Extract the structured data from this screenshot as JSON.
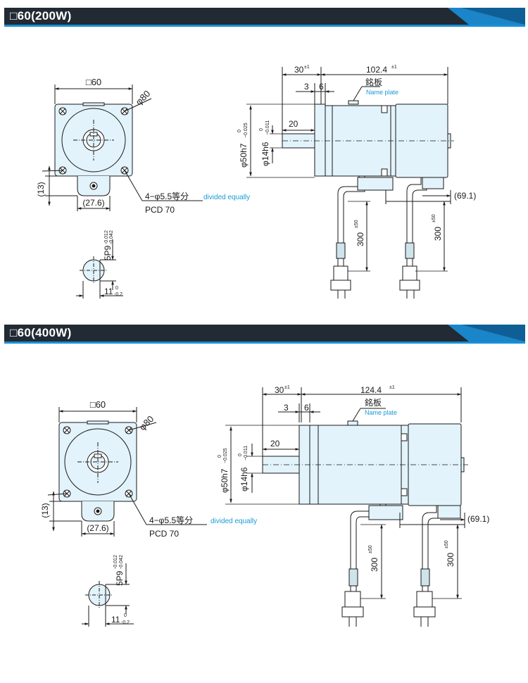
{
  "colors": {
    "banner_dark": "#222a33",
    "banner_accent": "#1a8fd8",
    "body_fill": "#e2f3fb",
    "line": "#1a1a1a",
    "label_blue": "#1a9ad6",
    "cable_fill": "#cfe3ea"
  },
  "sections": [
    {
      "title": "□60(200W)",
      "front": {
        "square_label": "□60",
        "pcd_dia_label": "φ80",
        "offset_label": "(13)",
        "tab_label": "(27.6)",
        "holes_label": "4−φ5.5等分",
        "holes_label_en": "divided equally",
        "pcd_label": "PCD 70"
      },
      "shaft_end": {
        "key_label": "5P9",
        "key_tol_upper": "-0.012",
        "key_tol_lower": "-0.042",
        "depth_label": "11",
        "depth_tol_upper": "0",
        "depth_tol_lower": "-0.2"
      },
      "side": {
        "flange_len_label": "30",
        "flange_len_tol": "±1",
        "body_len_label": "102.4",
        "body_len_tol": "±1",
        "dim3": "3",
        "dim6": "6",
        "nameplate_jp": "銘板",
        "nameplate_en": "Name plate",
        "shaft_len_label": "20",
        "spigot_label": "φ50h7",
        "spigot_tol_upper": "0",
        "spigot_tol_lower": "−0.025",
        "shaft_label": "φ14h6",
        "shaft_tol_upper": "0",
        "shaft_tol_lower": "−0.011",
        "cable_offset_label": "(69.1)",
        "cable1_len": "300",
        "cable1_tol": "±50",
        "cable2_len": "300",
        "cable2_tol": "±50"
      }
    },
    {
      "title": "□60(400W)",
      "front": {
        "square_label": "□60",
        "pcd_dia_label": "φ80",
        "offset_label": "(13)",
        "tab_label": "(27.6)",
        "holes_label": "4−φ5.5等分",
        "holes_label_en": "divided equally",
        "pcd_label": "PCD 70"
      },
      "shaft_end": {
        "key_label": "5P9",
        "key_tol_upper": "-0.012",
        "key_tol_lower": "-0.042",
        "depth_label": "11",
        "depth_tol_upper": "0",
        "depth_tol_lower": "-0.2"
      },
      "side": {
        "flange_len_label": "30",
        "flange_len_tol": "±1",
        "body_len_label": "124.4",
        "body_len_tol": "±1",
        "dim3": "3",
        "dim6": "6",
        "nameplate_jp": "銘板",
        "nameplate_en": "Name plate",
        "shaft_len_label": "20",
        "spigot_label": "φ50h7",
        "spigot_tol_upper": "0",
        "spigot_tol_lower": "−0.025",
        "shaft_label": "φ14h6",
        "shaft_tol_upper": "0",
        "shaft_tol_lower": "−0.011",
        "cable_offset_label": "(69.1)",
        "cable1_len": "300",
        "cable1_tol": "±50",
        "cable2_len": "300",
        "cable2_tol": "±50"
      }
    }
  ]
}
